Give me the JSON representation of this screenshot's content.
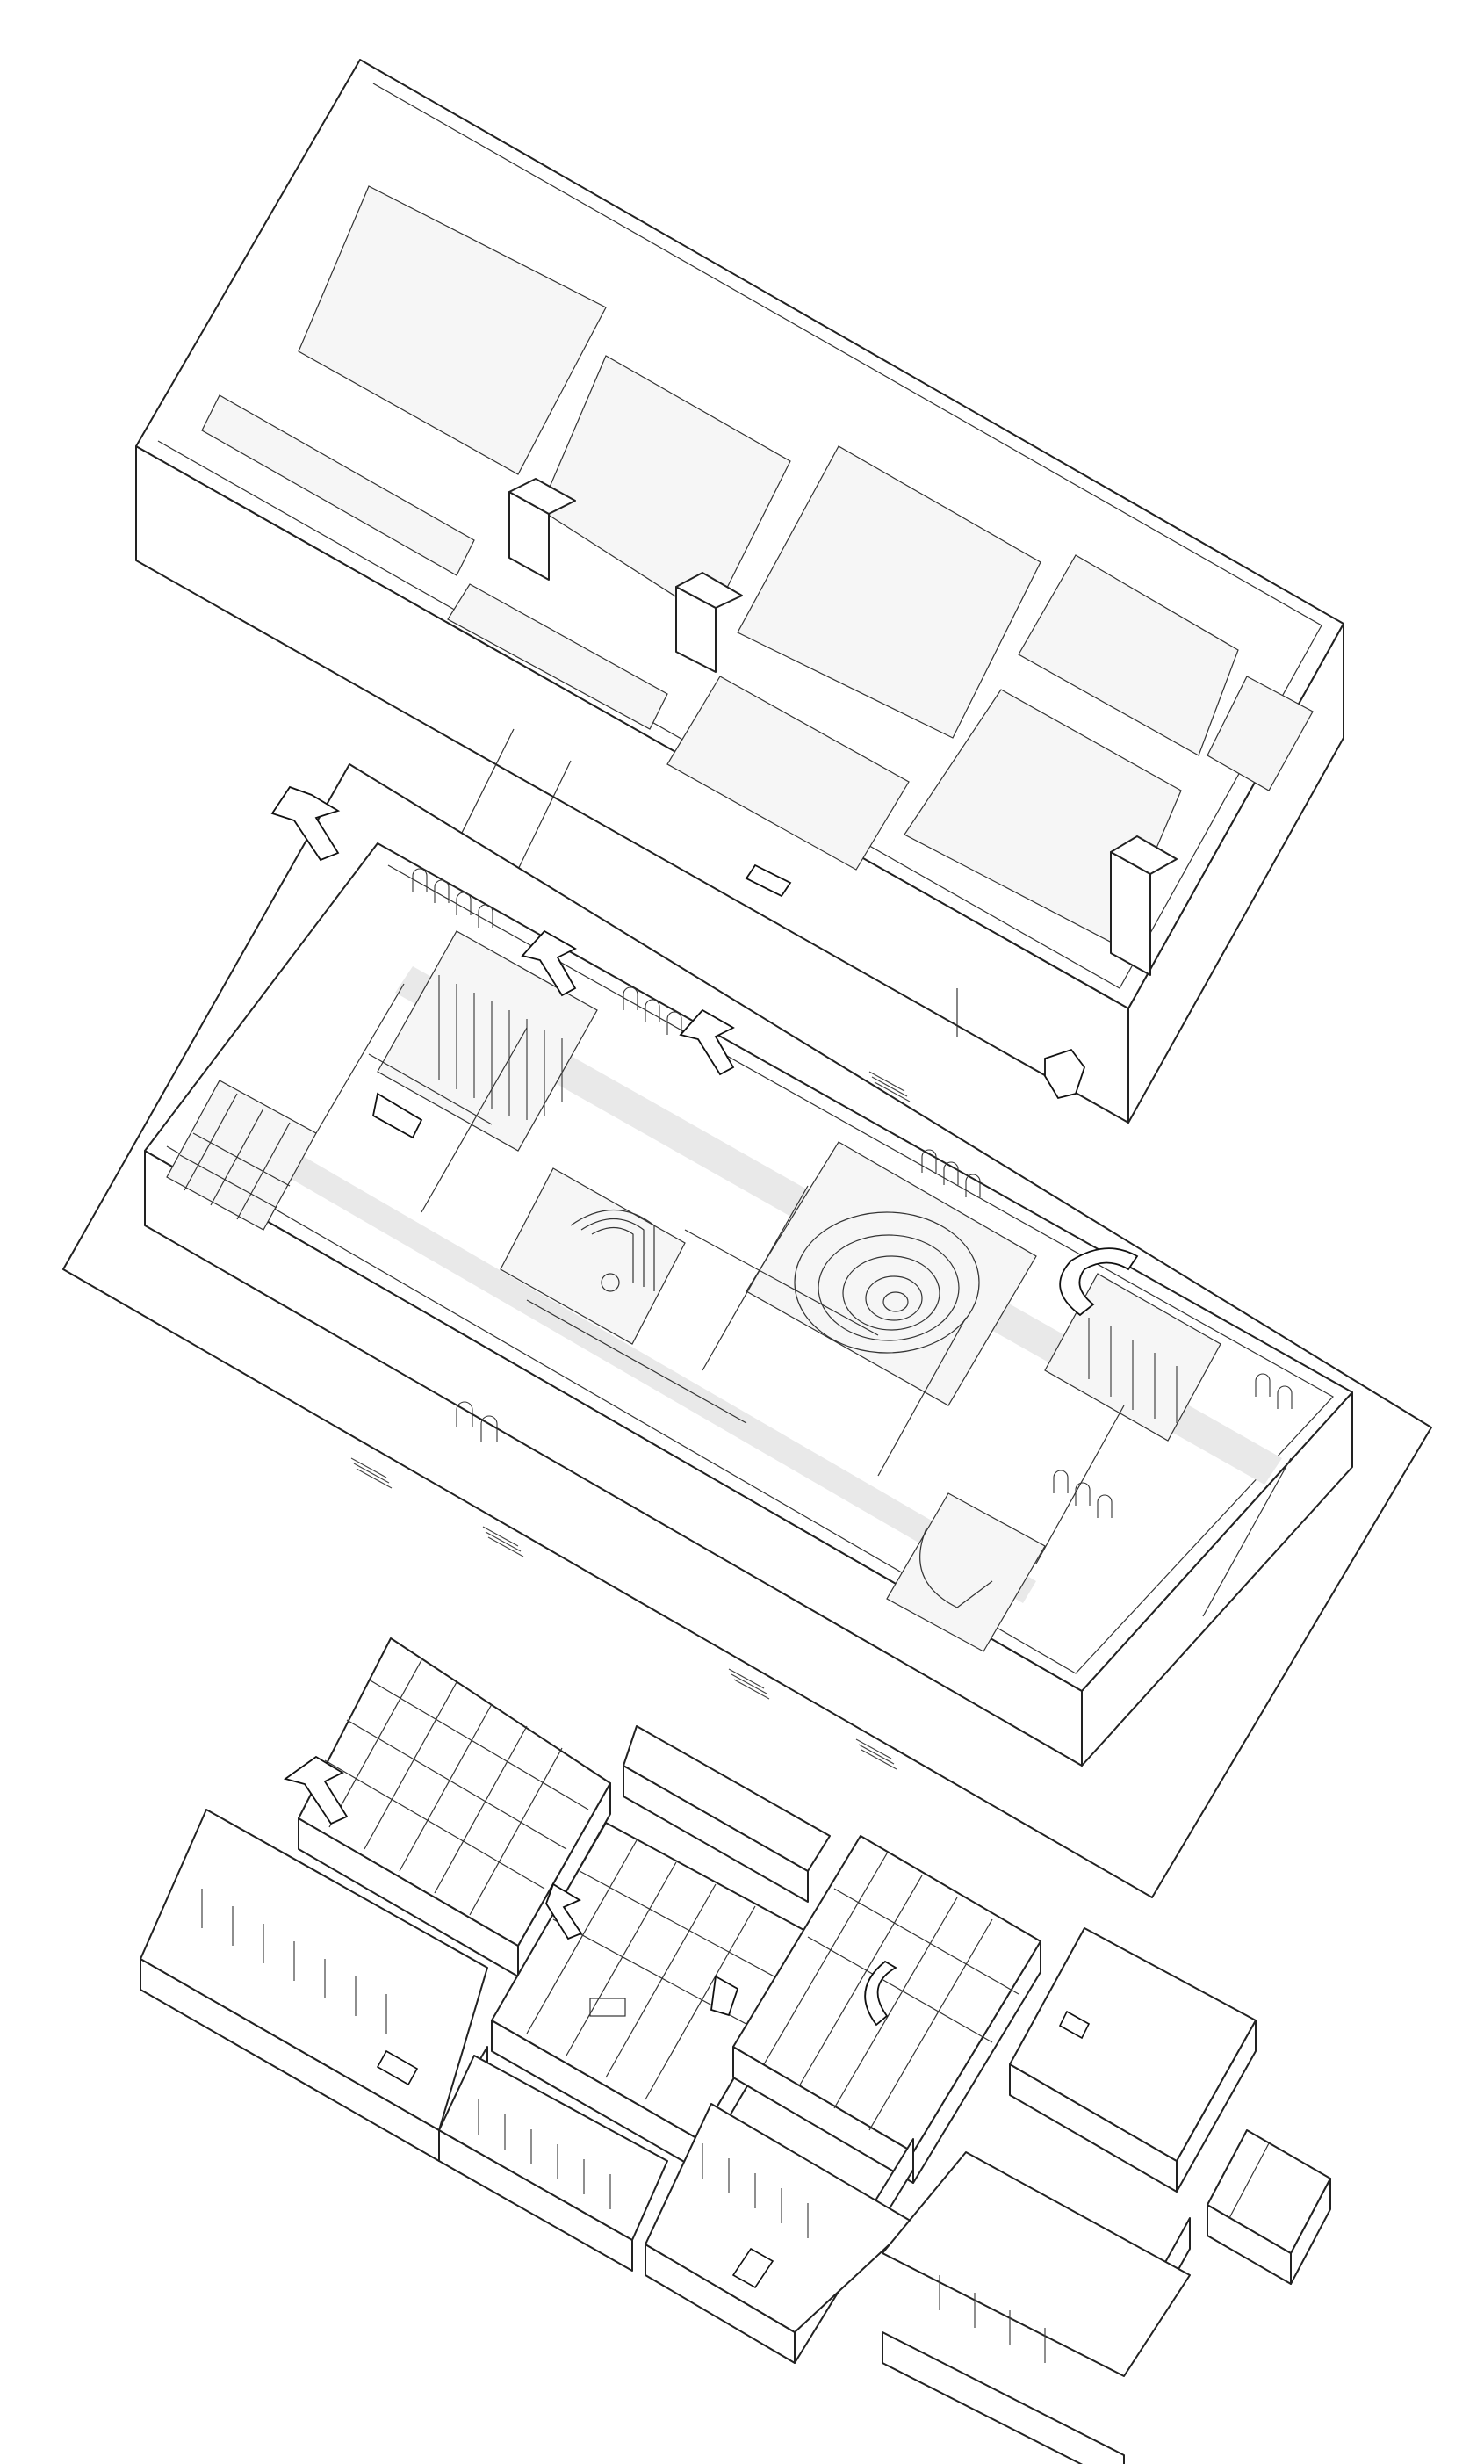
{
  "drawing": {
    "type": "exploded axonometric",
    "levels": [
      "upper-floor",
      "ground-floor",
      "lower-floor"
    ],
    "colors": {
      "line": "#222222",
      "shade": "#e9e9e9",
      "background": "#ffffff"
    },
    "icons": [
      "spiral-stair-icon",
      "straight-stair-icon",
      "entry-steps-icon",
      "spiral-ramp-icon",
      "vaulted-arch-icon"
    ]
  }
}
